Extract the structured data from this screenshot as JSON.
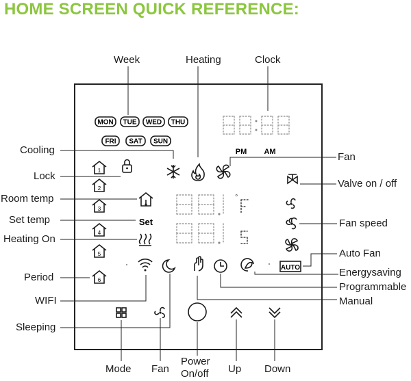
{
  "heading": "HOME SCREEN QUICK REFERENCE:",
  "labels": {
    "week": "Week",
    "heating": "Heating",
    "clock": "Clock",
    "cooling": "Cooling",
    "fan_top": "Fan",
    "lock": "Lock",
    "valve": "Valve on / off",
    "room_temp": "Room temp",
    "set_temp": "Set temp",
    "fan_speed": "Fan speed",
    "heating_on": "Heating On",
    "auto_fan": "Auto Fan",
    "period": "Period",
    "energysaving": "Energysaving",
    "programmable": "Programmable",
    "wifi": "WIFI",
    "manual": "Manual",
    "sleeping": "Sleeping",
    "mode": "Mode",
    "fan_bottom": "Fan",
    "power_line1": "Power",
    "power_line2": "On/off",
    "up": "Up",
    "down": "Down"
  },
  "screen": {
    "days_row1": [
      "MON",
      "TUE",
      "WED",
      "THU"
    ],
    "days_row2": [
      "FRI",
      "SAT",
      "SUN"
    ],
    "pm": "PM",
    "am": "AM",
    "set_text": "Set",
    "unit_f": "°F",
    "auto_badge": "AUTO",
    "periods": [
      "1",
      "2",
      "3",
      "4",
      "5",
      "6"
    ]
  },
  "icons": [
    "home-period-icon",
    "lock-icon",
    "snowflake-icon",
    "flame-icon",
    "fan-icon",
    "thermometer-home-icon",
    "heating-waves-icon",
    "valve-icon",
    "fan-speed-icon",
    "wifi-icon",
    "moon-icon",
    "hand-icon",
    "clock-icon",
    "leaf-icon",
    "mode-grid-icon",
    "fan-small-icon",
    "power-icon",
    "up-chevron-icon",
    "down-chevron-icon"
  ],
  "colors": {
    "heading": "#8cc63f",
    "ink": "#1a1a1a"
  }
}
